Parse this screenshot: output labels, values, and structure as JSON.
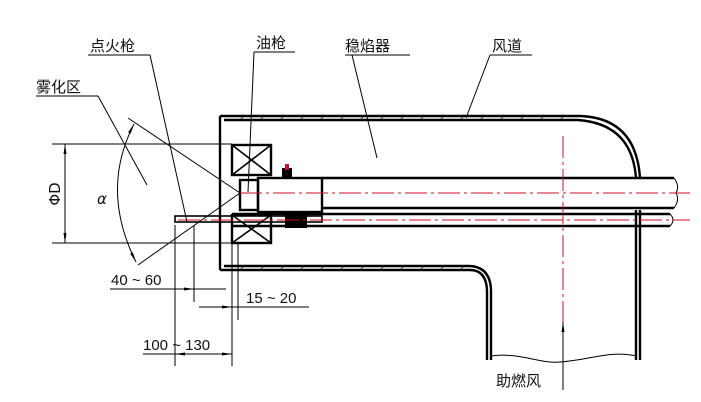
{
  "title": "Burner assembly cross-section",
  "labels": {
    "ignition_gun": "点火枪",
    "oil_gun": "油枪",
    "flame_stabilizer": "稳焰器",
    "air_duct": "风道",
    "atomization_zone": "雾化区",
    "combustion_air": "助燃风",
    "diameter": "ΦD",
    "angle": "α"
  },
  "dimensions": {
    "ignition_offset": "40 ~ 60",
    "oil_gun_offset": "15 ~ 20",
    "total_offset": "100 ~ 130"
  },
  "colors": {
    "line": "#000000",
    "centerline": "#c8102e",
    "background": "#ffffff"
  }
}
